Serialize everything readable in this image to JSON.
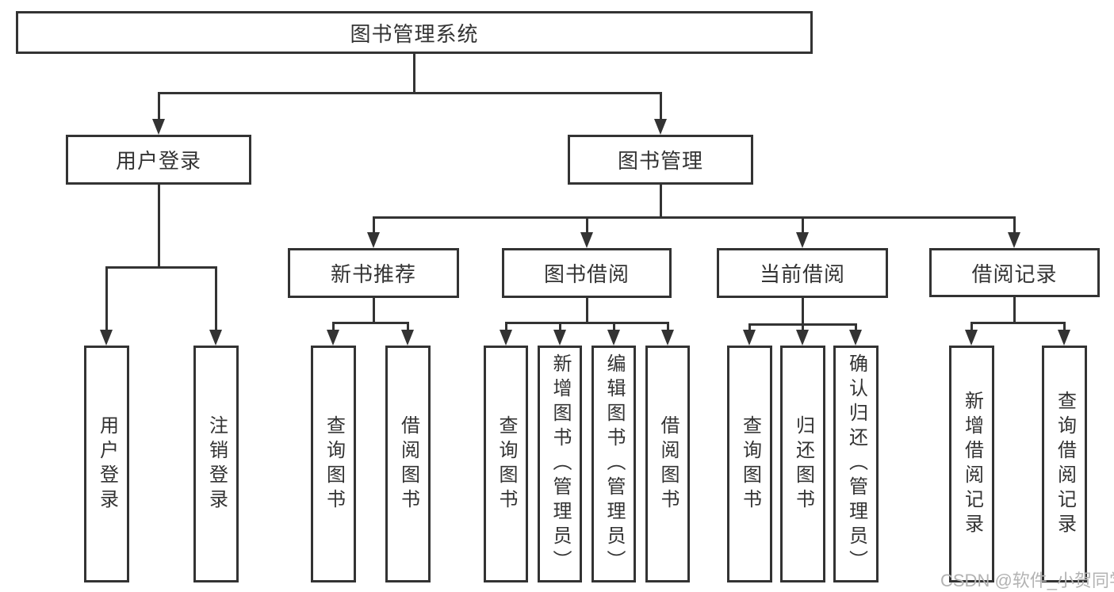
{
  "diagram": {
    "root": "图书管理系统",
    "branches": [
      {
        "label": "用户登录",
        "children": [
          "用户登录",
          "注销登录"
        ]
      },
      {
        "label": "图书管理",
        "children": [
          {
            "label": "新书推荐",
            "children": [
              "查询图书",
              "借阅图书"
            ]
          },
          {
            "label": "图书借阅",
            "children": [
              "查询图书",
              "新增图书（管理员）",
              "编辑图书（管理员）",
              "借阅图书"
            ]
          },
          {
            "label": "当前借阅",
            "children": [
              "查询图书",
              "归还图书",
              "确认归还（管理员）"
            ]
          },
          {
            "label": "借阅记录",
            "children": [
              "新增借阅记录",
              "查询借阅记录"
            ]
          }
        ]
      }
    ]
  },
  "watermark": "CSDN @软件_小贺同学",
  "colors": {
    "line": "#333333",
    "text": "#333333",
    "watermark": "#b3b3b3",
    "background": "#ffffff"
  }
}
